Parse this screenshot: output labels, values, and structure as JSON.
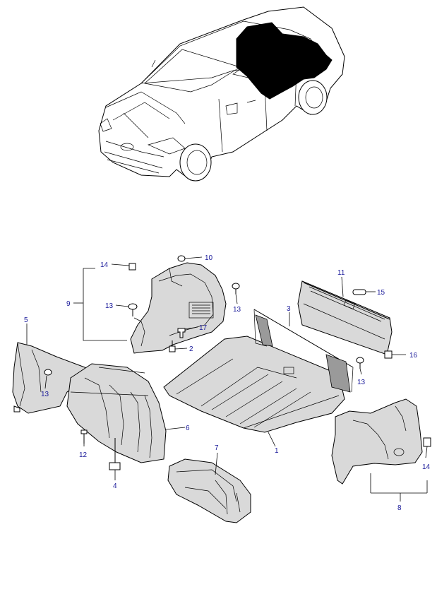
{
  "callouts": {
    "c1": "1",
    "c2": "2",
    "c3": "3",
    "c4": "4",
    "c5": "5",
    "c6": "6",
    "c7": "7",
    "c8": "8",
    "c9": "9",
    "c10": "10",
    "c11": "11",
    "c12": "12",
    "c13a": "13",
    "c13b": "13",
    "c13c": "13",
    "c13d": "13",
    "c14a": "14",
    "c14b": "14",
    "c15": "15",
    "c16": "16",
    "c17": "17"
  },
  "colors": {
    "callout_text": "#1a1a9a",
    "line_art": "#000000",
    "part_fill": "#d9d9d9"
  }
}
